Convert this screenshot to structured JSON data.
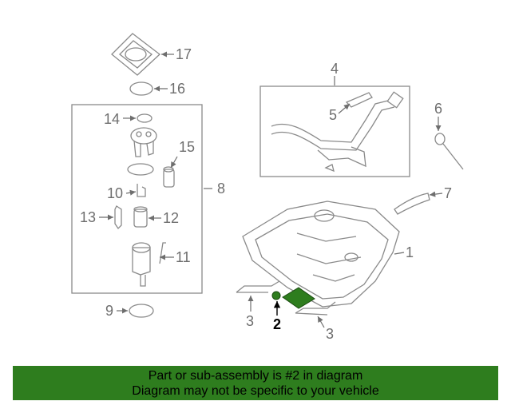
{
  "colors": {
    "line": "#8a8a8a",
    "label": "#6e6e6e",
    "highlight_fill": "#2e7d1e",
    "banner_bg": "#2e7d1e"
  },
  "callouts": {
    "c1": "1",
    "c2": "2",
    "c3a": "3",
    "c3b": "3",
    "c4": "4",
    "c5": "5",
    "c6": "6",
    "c7": "7",
    "c8": "8",
    "c9": "9",
    "c10": "10",
    "c11": "11",
    "c12": "12",
    "c13": "13",
    "c14": "14",
    "c15": "15",
    "c16": "16",
    "c17": "17"
  },
  "highlighted_part": "2",
  "banner": {
    "line1": "Part or sub-assembly is #2 in diagram",
    "line2": "Diagram may not be specific to your vehicle"
  }
}
